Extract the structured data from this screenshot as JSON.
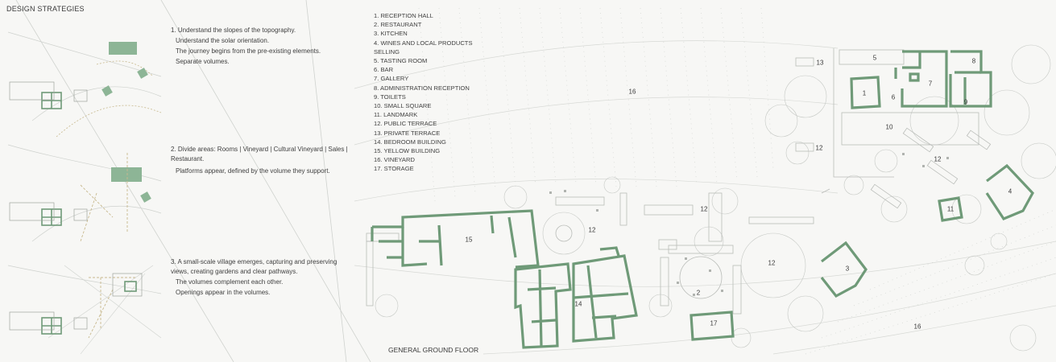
{
  "title": "DESIGN STRATEGIES",
  "strategies": [
    {
      "lines": [
        "1. Understand the slopes of the topography.",
        "Understand the solar orientation.",
        "The journey begins from the pre-existing elements.",
        "Separate volumes."
      ]
    },
    {
      "lines": [
        "2. Divide areas: Rooms | Vineyard | Cultural Vineyard | Sales | Restaurant.",
        "Platforms appear, defined by the volume they support."
      ]
    },
    {
      "lines": [
        "3. A small-scale village emerges, capturing and preserving views, creating gardens and clear pathways.",
        "The volumes complement each other.",
        "Openings appear in the volumes."
      ]
    }
  ],
  "legend": [
    "1. RECEPTION HALL",
    "2. RESTAURANT",
    "3. KITCHEN",
    "4. WINES AND LOCAL PRODUCTS SELLING",
    "5. TASTING ROOM",
    "6. BAR",
    "7. GALLERY",
    "8. ADMINISTRATION RECEPTION",
    "9. TOILETS",
    "10. SMALL SQUARE",
    "11. LANDMARK",
    "12. PUBLIC TERRACE",
    "13. PRIVATE TERRACE",
    "14. BEDROOM BUILDING",
    "15. YELLOW BUILDING",
    "16. VINEYARD",
    "17. STORAGE"
  ],
  "plan_caption": "GENERAL GROUND FLOOR",
  "plan_numbers": {
    "n1": "1",
    "n2": "2",
    "n3": "3",
    "n4": "4",
    "n5": "5",
    "n6": "6",
    "n7": "7",
    "n8": "8",
    "n9": "9",
    "n10": "10",
    "n11": "11",
    "n12a": "12",
    "n12b": "12",
    "n12c": "12",
    "n12d": "12",
    "n12e": "12",
    "n13": "13",
    "n14": "14",
    "n15": "15",
    "n16a": "16",
    "n16b": "16",
    "n17": "17"
  },
  "colors": {
    "wall": "#6f9a78",
    "volume": "#8db596",
    "line": "#c9ccc8",
    "text": "#3a3a3a"
  }
}
